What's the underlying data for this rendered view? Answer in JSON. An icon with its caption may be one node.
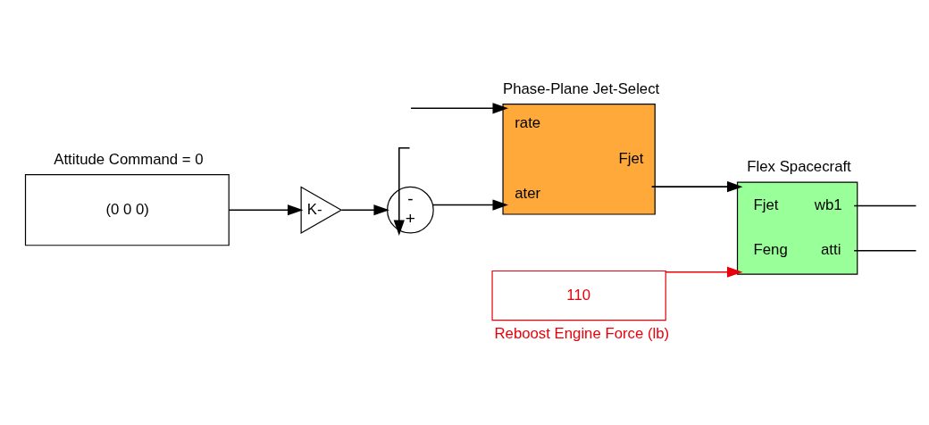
{
  "diagram": {
    "nodes": [
      {
        "text": [
          "Attitude Command = 0",
          "(0 0 0)"
        ]
      },
      {
        "text": [
          "K-"
        ]
      },
      {
        "text": [
          "-",
          "+"
        ]
      },
      {
        "text": [
          "Phase-Plane Jet-Select",
          "rate",
          "ater",
          "Fjet"
        ]
      },
      {
        "text": [
          "Flex Spacecraft",
          "Fjet",
          "wb1",
          "Feng",
          "atti"
        ]
      },
      {
        "text": [
          "110",
          "Reboost Engine Force (lb)"
        ]
      }
    ],
    "edges": [
      {
        "from": null,
        "to": 3,
        "arrow": "to"
      },
      {
        "from": 0,
        "to": 1,
        "arrow": "to"
      },
      {
        "from": 1,
        "to": 2,
        "arrow": "to"
      },
      {
        "from": 2,
        "to": 3,
        "arrow": "to"
      },
      {
        "from": null,
        "to": 2,
        "arrow": "to"
      },
      {
        "from": 3,
        "to": 4,
        "arrow": "to"
      },
      {
        "from": 5,
        "to": 4,
        "arrow": "to",
        "color": "#e8000b"
      },
      {
        "from": 4,
        "to": null,
        "arrow": "none"
      },
      {
        "from": 4,
        "to": null,
        "arrow": "none"
      }
    ]
  }
}
